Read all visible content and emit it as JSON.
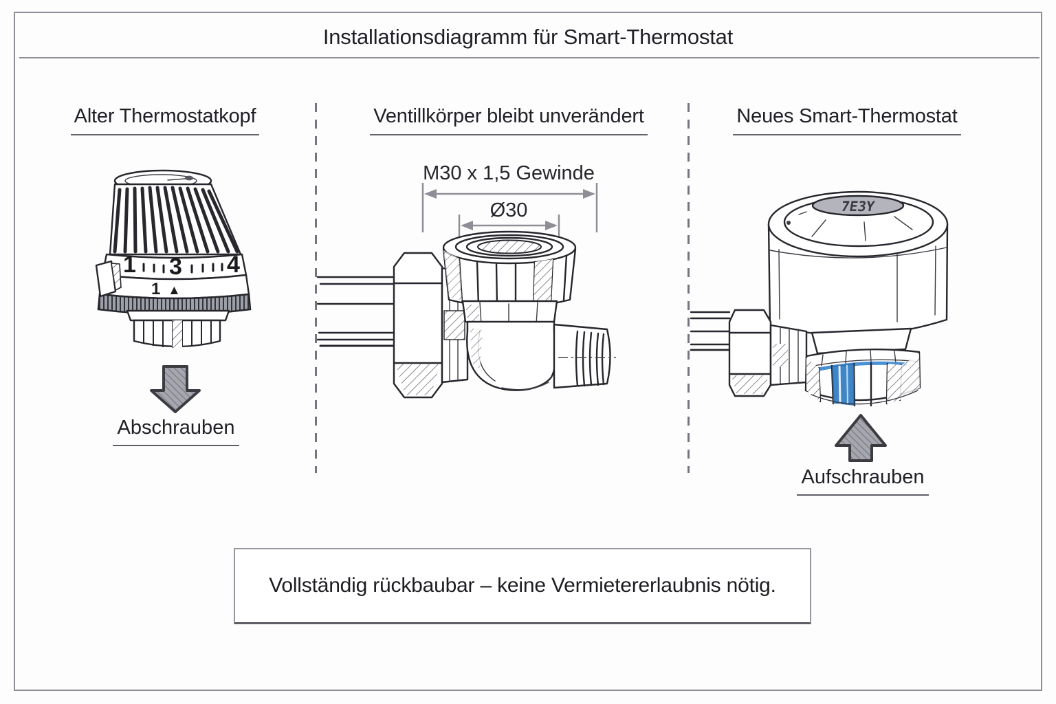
{
  "title": "Installationsdiagramm für Smart-Thermostat",
  "colors": {
    "accent_blue": "#3f86c9",
    "line_gray": "#8d8d95"
  },
  "panels": {
    "old": {
      "heading": "Alter Thermostatkopf",
      "scale_numbers": [
        "1",
        "3",
        "4"
      ],
      "submarker_number": "1",
      "submarker_arrow": "▲",
      "action": "Abschrauben"
    },
    "valve": {
      "heading": "Ventillkörper bleibt unverändert",
      "dim_thread": "M30 x 1,5 Gewinde",
      "dim_diameter": "Ø30"
    },
    "new": {
      "heading": "Neues Smart-Thermostat",
      "display_glyphs": "7E3Y",
      "action": "Aufschrauben"
    }
  },
  "note": "Vollständig rückbaubar – keine Vermietererlaubnis nötig."
}
